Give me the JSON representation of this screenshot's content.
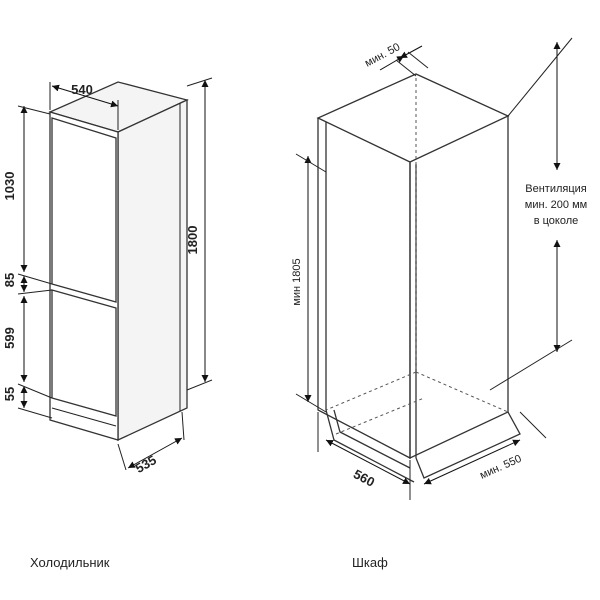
{
  "fridge": {
    "caption": "Холодильник",
    "dim_width": "540",
    "dim_height_top": "1030",
    "dim_gap": "85",
    "dim_height_bottom": "599",
    "dim_plinth": "55",
    "dim_total_height": "1800",
    "dim_depth": "535"
  },
  "cabinet": {
    "caption": "Шкаф",
    "dim_top_gap": "мин. 50",
    "dim_min_height": "мин 1805",
    "ventilation_line1": "Вентиляция",
    "ventilation_line2": "мин. 200 мм",
    "ventilation_line3": "в цоколе",
    "dim_width": "560",
    "dim_depth": "мин. 550"
  }
}
